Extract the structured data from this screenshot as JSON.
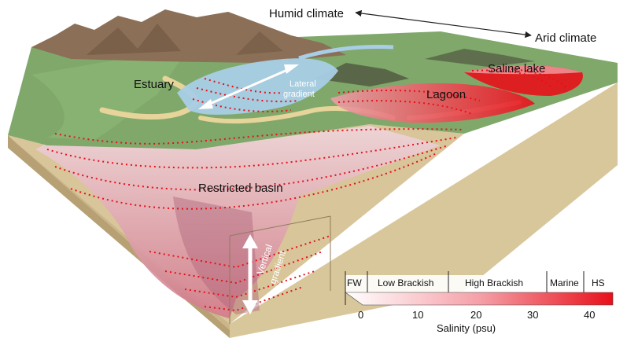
{
  "labels": {
    "humid_climate": "Humid climate",
    "arid_climate": "Arid climate",
    "estuary": "Estuary",
    "saline_lake": "Saline lake",
    "lagoon": "Lagoon",
    "lateral_gradient_line1": "Lateral",
    "lateral_gradient_line2": "gradient",
    "restricted_basin": "Restricted basin",
    "vertical_gradient_line1": "Vertical",
    "vertical_gradient_line2": "gradient"
  },
  "salinity_scale": {
    "categories": [
      "FW",
      "Low Brackish",
      "High Brackish",
      "Marine",
      "HS"
    ],
    "ticks": [
      "0",
      "10",
      "20",
      "30",
      "40"
    ],
    "axis_label": "Salinity (psu)"
  },
  "colors": {
    "land_green": "#7fa86a",
    "mountain": "#8b6f57",
    "sand": "#e6d49a",
    "water_fresh": "#a9cde6",
    "salinity_red": "#e8101a",
    "block_side": "#d9c79c"
  }
}
